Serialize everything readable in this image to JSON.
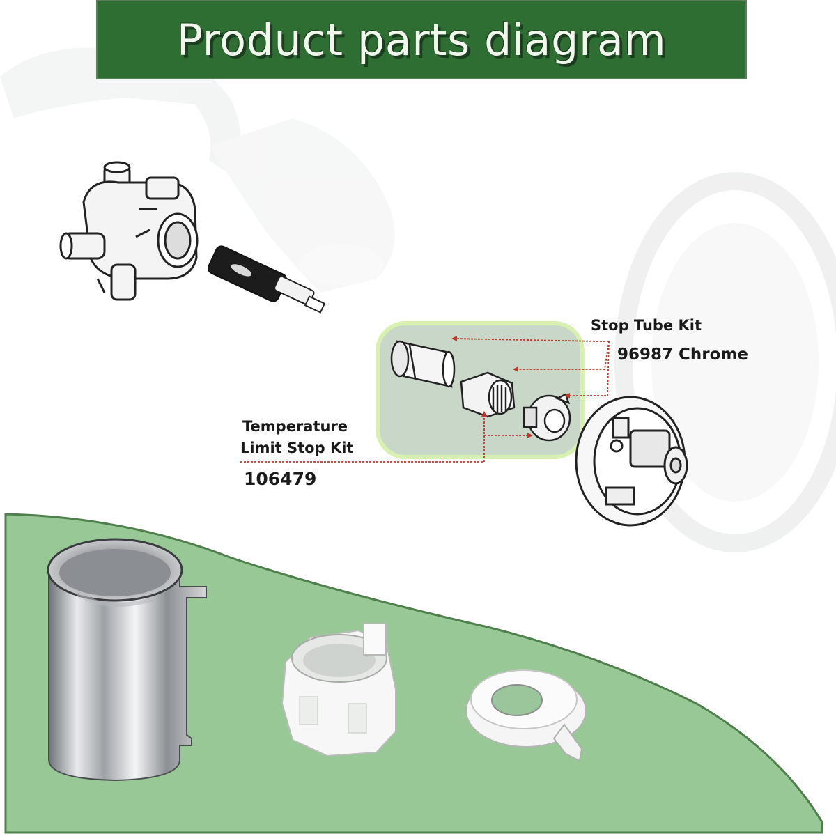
{
  "title": "Product parts diagram",
  "colors": {
    "banner_bg": "#2e6e33",
    "banner_text": "#f2f7ee",
    "panel_green": "#98c895",
    "highlight_fill": "#c9d7c8",
    "highlight_stroke": "#d8f0b0",
    "leader_line": "#c0392b"
  },
  "callouts": {
    "stop_tube": {
      "name": "Stop Tube Kit",
      "part_number": "96987 Chrome"
    },
    "temp_limit": {
      "name_line1": "Temperature",
      "name_line2": "Limit Stop Kit",
      "part_number": "106479"
    }
  },
  "parts_shown": [
    "chrome-stop-tube",
    "temperature-limit-stop",
    "stop-ring"
  ]
}
